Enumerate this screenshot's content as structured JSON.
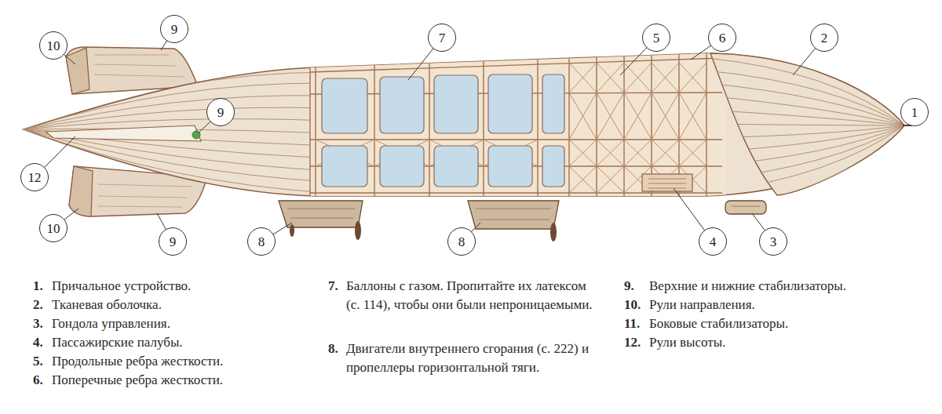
{
  "diagram": {
    "nodes": [
      {
        "text": [
          "10"
        ]
      },
      {
        "text": [
          "9"
        ]
      },
      {
        "text": [
          "7"
        ]
      },
      {
        "text": [
          "5"
        ]
      },
      {
        "text": [
          "6"
        ]
      },
      {
        "text": [
          "2"
        ]
      },
      {
        "text": [
          "9"
        ]
      },
      {
        "text": [
          "1"
        ]
      },
      {
        "text": [
          "12"
        ]
      },
      {
        "text": [
          "10"
        ]
      },
      {
        "text": [
          "9"
        ]
      },
      {
        "text": [
          "8"
        ]
      },
      {
        "text": [
          "8"
        ]
      },
      {
        "text": [
          "4"
        ]
      },
      {
        "text": [
          "3"
        ]
      }
    ],
    "labels": [
      "1.",
      "Причальное устройство.",
      "2.",
      "Тканевая оболочка.",
      "3.",
      "Гондола управления.",
      "4.",
      "Пассажирские палубы.",
      "5.",
      "Продольные ребра жесткости.",
      "6.",
      "Поперечные ребра жесткости.",
      "7.",
      "Баллоны с газом. Пропитайте их латексом (с. 114), чтобы они были непроницаемыми.",
      "8.",
      "Двигатели внутреннего сгорания (с. 222) и пропеллеры горизонтальной тяги.",
      "9.",
      "Верхние и нижние стабилизаторы.",
      "10.",
      "Рули направления.",
      "11.",
      "Боковые стабилизаторы.",
      "12.",
      "Рули высоты."
    ]
  }
}
